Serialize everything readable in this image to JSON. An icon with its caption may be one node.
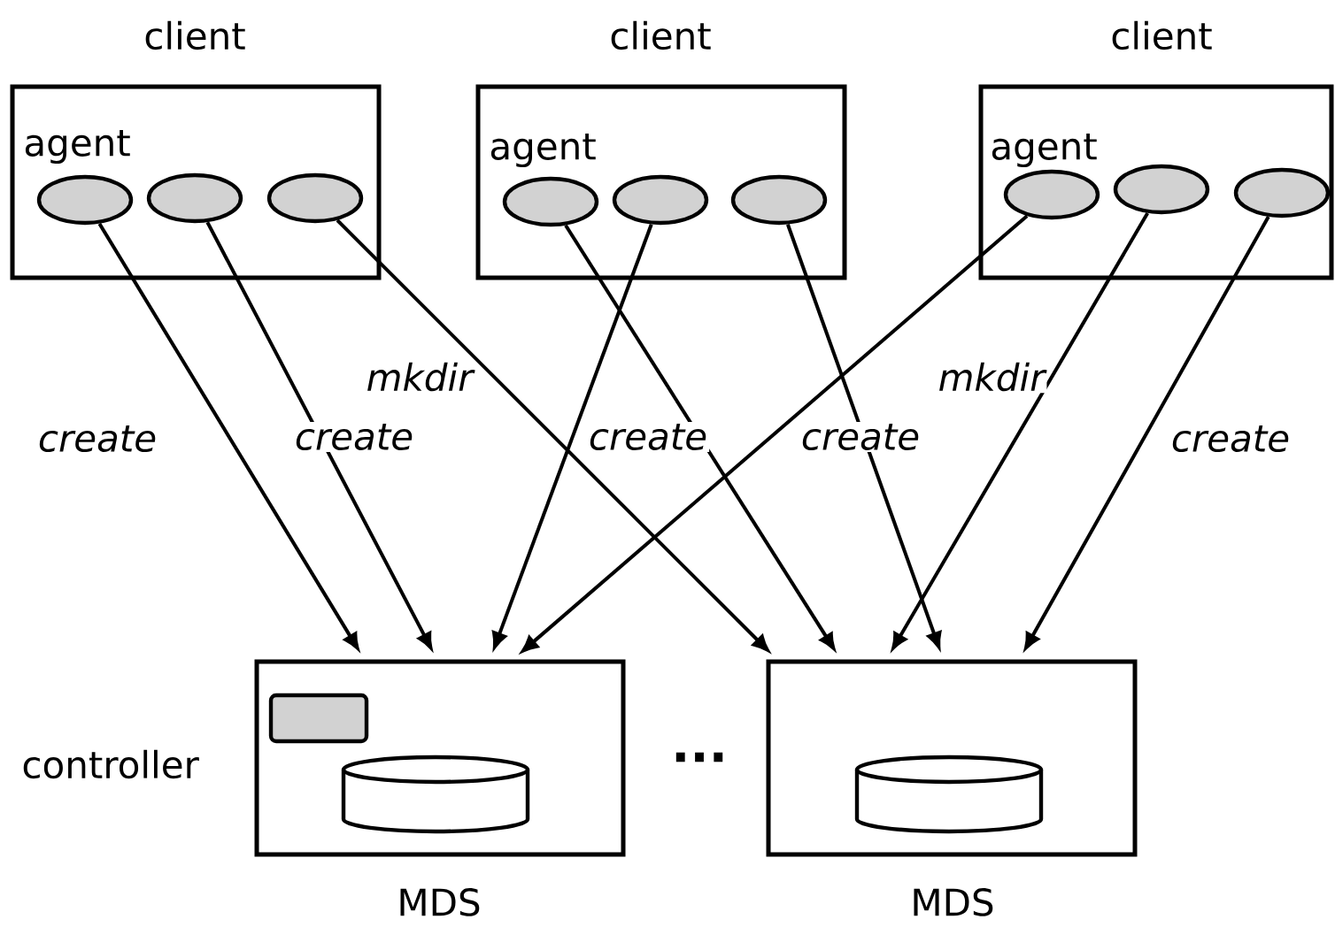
{
  "diagram": {
    "nodes": [
      {
        "text": [
          "client",
          "agent"
        ]
      },
      {
        "text": [],
        "shape": "ellipse",
        "in": 0
      },
      {
        "text": [],
        "shape": "ellipse",
        "in": 0
      },
      {
        "text": [],
        "shape": "ellipse",
        "in": 0
      },
      {
        "text": [
          "client",
          "agent"
        ]
      },
      {
        "text": [],
        "shape": "ellipse",
        "in": 4
      },
      {
        "text": [],
        "shape": "ellipse",
        "in": 4
      },
      {
        "text": [],
        "shape": "ellipse",
        "in": 4
      },
      {
        "text": [
          "client",
          "agent"
        ]
      },
      {
        "text": [],
        "shape": "ellipse",
        "in": 8
      },
      {
        "text": [],
        "shape": "ellipse",
        "in": 8
      },
      {
        "text": [],
        "shape": "ellipse",
        "in": 8
      },
      {
        "text": [
          "MDS"
        ],
        "beside": [
          "controller"
        ]
      },
      {
        "text": [],
        "shape": "box",
        "in": 12
      },
      {
        "text": [],
        "shape": "cylinder",
        "in": 12
      },
      {
        "text": [
          "MDS"
        ]
      },
      {
        "text": [],
        "shape": "cylinder",
        "in": 15
      }
    ],
    "edges": [
      {
        "from": 1,
        "to": 12,
        "arrow": "to",
        "label": "create"
      },
      {
        "from": 2,
        "to": 12,
        "arrow": "to",
        "label": "create"
      },
      {
        "from": 3,
        "to": 15,
        "arrow": "to",
        "label": "mkdir"
      },
      {
        "from": 5,
        "to": 15,
        "arrow": "to",
        "label": "create"
      },
      {
        "from": 6,
        "to": 12,
        "arrow": "to"
      },
      {
        "from": 7,
        "to": 15,
        "arrow": "to",
        "label": "create"
      },
      {
        "from": 9,
        "to": 12,
        "arrow": "to"
      },
      {
        "from": 10,
        "to": 15,
        "arrow": "to",
        "label": "mkdir"
      },
      {
        "from": 11,
        "to": 15,
        "arrow": "to",
        "label": "create"
      }
    ],
    "labels": [
      "..."
    ]
  }
}
